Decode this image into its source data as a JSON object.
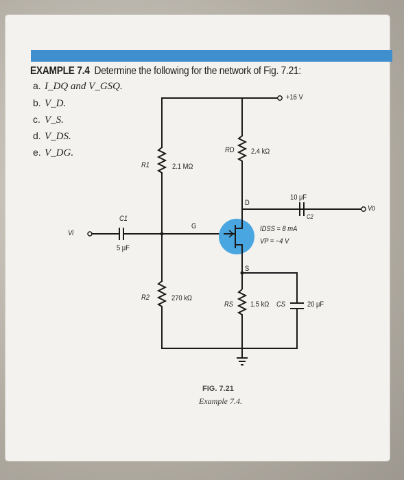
{
  "example": {
    "label": "EXAMPLE 7.4",
    "title": "Determine the following for the network of Fig. 7.21:"
  },
  "questions": [
    {
      "letter": "a.",
      "text": "I_DQ and V_GSQ."
    },
    {
      "letter": "b.",
      "text": "V_D."
    },
    {
      "letter": "c.",
      "text": "V_S."
    },
    {
      "letter": "d.",
      "text": "V_DS."
    },
    {
      "letter": "e.",
      "text": "V_DG."
    }
  ],
  "circuit": {
    "supply": "+16 V",
    "r1": "R1",
    "r1_value": "2.1 MΩ",
    "rd": "RD",
    "rd_value": "2.4 kΩ",
    "r2": "R2",
    "r2_value": "270 kΩ",
    "rs": "RS",
    "rs_value": "1.5 kΩ",
    "c1": "C1",
    "c1_value": "5 μF",
    "c2": "C2",
    "c2_value": "10 μF",
    "cs": "CS",
    "cs_value": "20 μF",
    "vi": "Vi",
    "vo": "Vo",
    "gate": "G",
    "drain": "D",
    "source": "S",
    "idss": "IDSS = 8 mA",
    "vp": "VP = −4 V"
  },
  "figure": {
    "number": "FIG. 7.21",
    "caption": "Example 7.4."
  },
  "colors": {
    "accent_bar": "#3f8ecd",
    "transistor_highlight": "#4aa6e0"
  }
}
